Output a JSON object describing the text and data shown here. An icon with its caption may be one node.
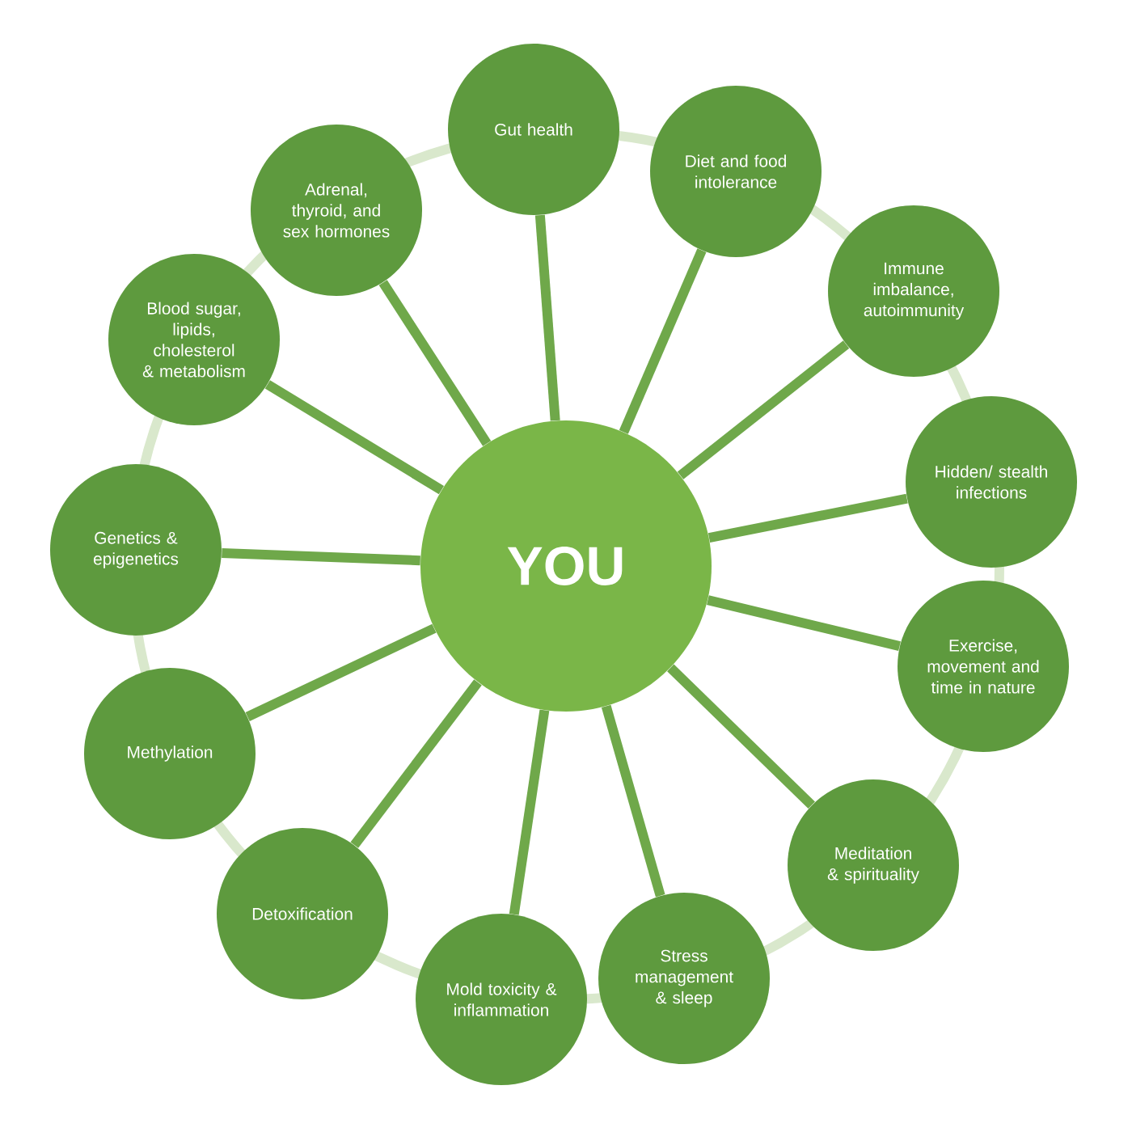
{
  "diagram": {
    "nodes": [
      {
        "text": [
          "YOU"
        ]
      },
      {
        "text": [
          "Gut health"
        ]
      },
      {
        "text": [
          "Diet and food intolerance"
        ]
      },
      {
        "text": [
          "Immune imbalance, autoimmunity"
        ]
      },
      {
        "text": [
          "Hidden/ stealth infections"
        ]
      },
      {
        "text": [
          "Exercise, movement and time in nature"
        ]
      },
      {
        "text": [
          "Meditation & spirituality"
        ]
      },
      {
        "text": [
          "Stress management & sleep"
        ]
      },
      {
        "text": [
          "Mold toxicity & inflammation"
        ]
      },
      {
        "text": [
          "Detoxification"
        ]
      },
      {
        "text": [
          "Methylation"
        ]
      },
      {
        "text": [
          "Genetics & epigenetics"
        ]
      },
      {
        "text": [
          "Blood sugar, lipids, cholesterol & metabolism"
        ]
      },
      {
        "text": [
          "Adrenal, thyroid, and sex hormones"
        ]
      }
    ],
    "edges": [
      {
        "from": 0,
        "to": 1,
        "arrow": "none"
      },
      {
        "from": 0,
        "to": 2,
        "arrow": "none"
      },
      {
        "from": 0,
        "to": 3,
        "arrow": "none"
      },
      {
        "from": 0,
        "to": 4,
        "arrow": "none"
      },
      {
        "from": 0,
        "to": 5,
        "arrow": "none"
      },
      {
        "from": 0,
        "to": 6,
        "arrow": "none"
      },
      {
        "from": 0,
        "to": 7,
        "arrow": "none"
      },
      {
        "from": 0,
        "to": 8,
        "arrow": "none"
      },
      {
        "from": 0,
        "to": 9,
        "arrow": "none"
      },
      {
        "from": 0,
        "to": 10,
        "arrow": "none"
      },
      {
        "from": 0,
        "to": 11,
        "arrow": "none"
      },
      {
        "from": 0,
        "to": 12,
        "arrow": "none"
      },
      {
        "from": 0,
        "to": 13,
        "arrow": "none"
      }
    ]
  }
}
